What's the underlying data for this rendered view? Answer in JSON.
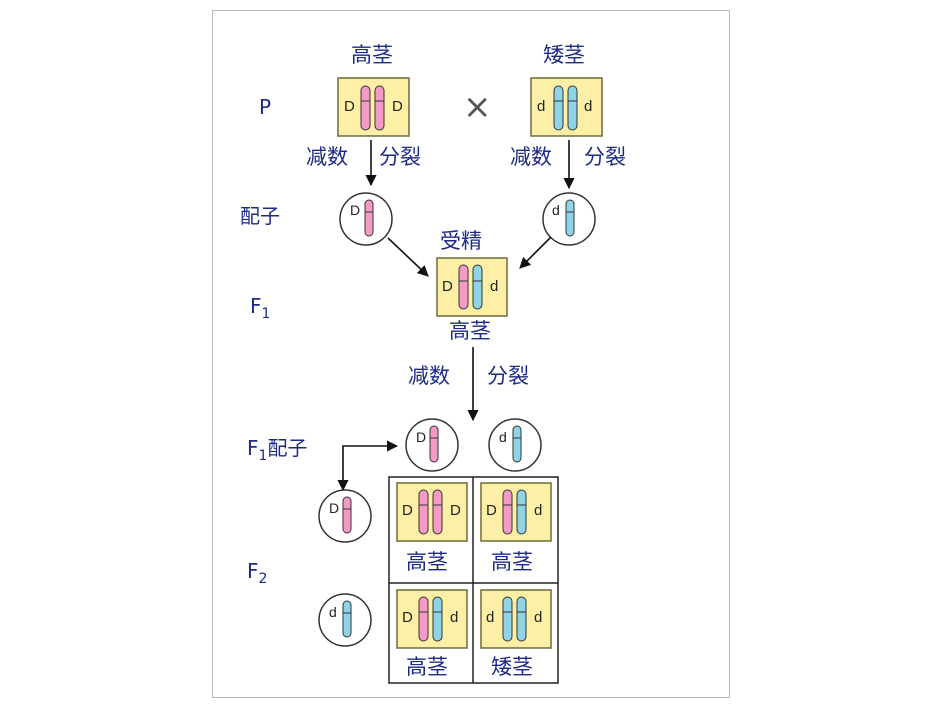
{
  "colors": {
    "text": "#1d2a86",
    "cell_fill": "#fdf0a6",
    "cell_border": "#6b6b3a",
    "dominant_chromosome": "#f39bc6",
    "recessive_chromosome": "#8fd3e8",
    "gamete_fill": "#ffffff",
    "grid_border": "#222222"
  },
  "generations": {
    "p": "P",
    "gamete": "配子",
    "f1": "F",
    "f1_sub": "1",
    "f1_gamete": "F",
    "f1_gamete_sub": "1",
    "f1_gamete_text": "配子",
    "f2": "F",
    "f2_sub": "2"
  },
  "parents": {
    "tall": {
      "label": "高茎",
      "allele_left": "D",
      "allele_right": "D"
    },
    "short": {
      "label": "矮茎",
      "allele_left": "d",
      "allele_right": "d"
    },
    "cross_symbol": "×"
  },
  "process": {
    "meiosis_left_1": "减数",
    "meiosis_left_2": "分裂",
    "meiosis_right_1": "减数",
    "meiosis_right_2": "分裂",
    "fertilization": "受精",
    "meiosis_f1_1": "减数",
    "meiosis_f1_2": "分裂"
  },
  "gametes": {
    "p_left": "D",
    "p_right": "d",
    "f1_top_left": "D",
    "f1_top_right": "d",
    "f1_side_top": "D",
    "f1_side_bottom": "d"
  },
  "f1_individual": {
    "allele_left": "D",
    "allele_right": "d",
    "label": "高茎"
  },
  "f2_grid": [
    {
      "allele_left": "D",
      "allele_right": "D",
      "label": "高茎"
    },
    {
      "allele_left": "D",
      "allele_right": "d",
      "label": "高茎"
    },
    {
      "allele_left": "D",
      "allele_right": "d",
      "label": "高茎"
    },
    {
      "allele_left": "d",
      "allele_right": "d",
      "label": "矮茎"
    }
  ]
}
